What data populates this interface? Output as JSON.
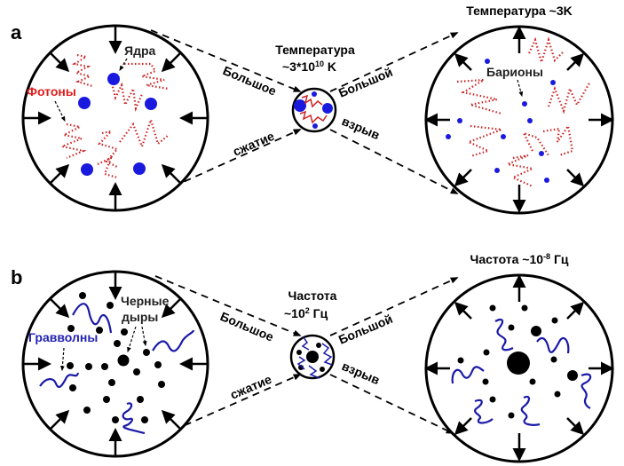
{
  "panels": [
    {
      "letter": "a",
      "left": {
        "labels": {
          "nuclei": "Ядра",
          "photons": "Фотоны"
        }
      },
      "center": {
        "title_line1": "Температура",
        "title_line2_base": "~3*10",
        "title_line2_sup": "10",
        "title_line2_unit": " K",
        "crunch_word1": "Большое",
        "crunch_word2": "сжатие",
        "bang_word1": "Большой",
        "bang_word2": "взрыв"
      },
      "right": {
        "title": "Температура ~3K",
        "labels": {
          "baryons": "Барионы"
        }
      }
    },
    {
      "letter": "b",
      "left": {
        "labels": {
          "black_holes_line1": "Черные",
          "black_holes_line2": "дыры",
          "gravwaves": "Гравволны"
        }
      },
      "center": {
        "title_line1": "Частота",
        "title_line2_base": "~10",
        "title_line2_sup": "2",
        "title_line2_unit": " Гц",
        "crunch_word1": "Большое",
        "crunch_word2": "сжатие",
        "bang_word1": "Большой",
        "bang_word2": "взрыв"
      },
      "right": {
        "title_base": "Частота ~10",
        "title_sup": "-8",
        "title_unit": " Гц"
      }
    }
  ],
  "colors": {
    "photon": "#cc2222",
    "nucleus": "#1a1adf",
    "baryon": "#1a1adf",
    "gravwave": "#1a1aa8",
    "black_hole": "#000000",
    "photon_label": "#e01b1b",
    "gravwave_label": "#2323b5"
  }
}
